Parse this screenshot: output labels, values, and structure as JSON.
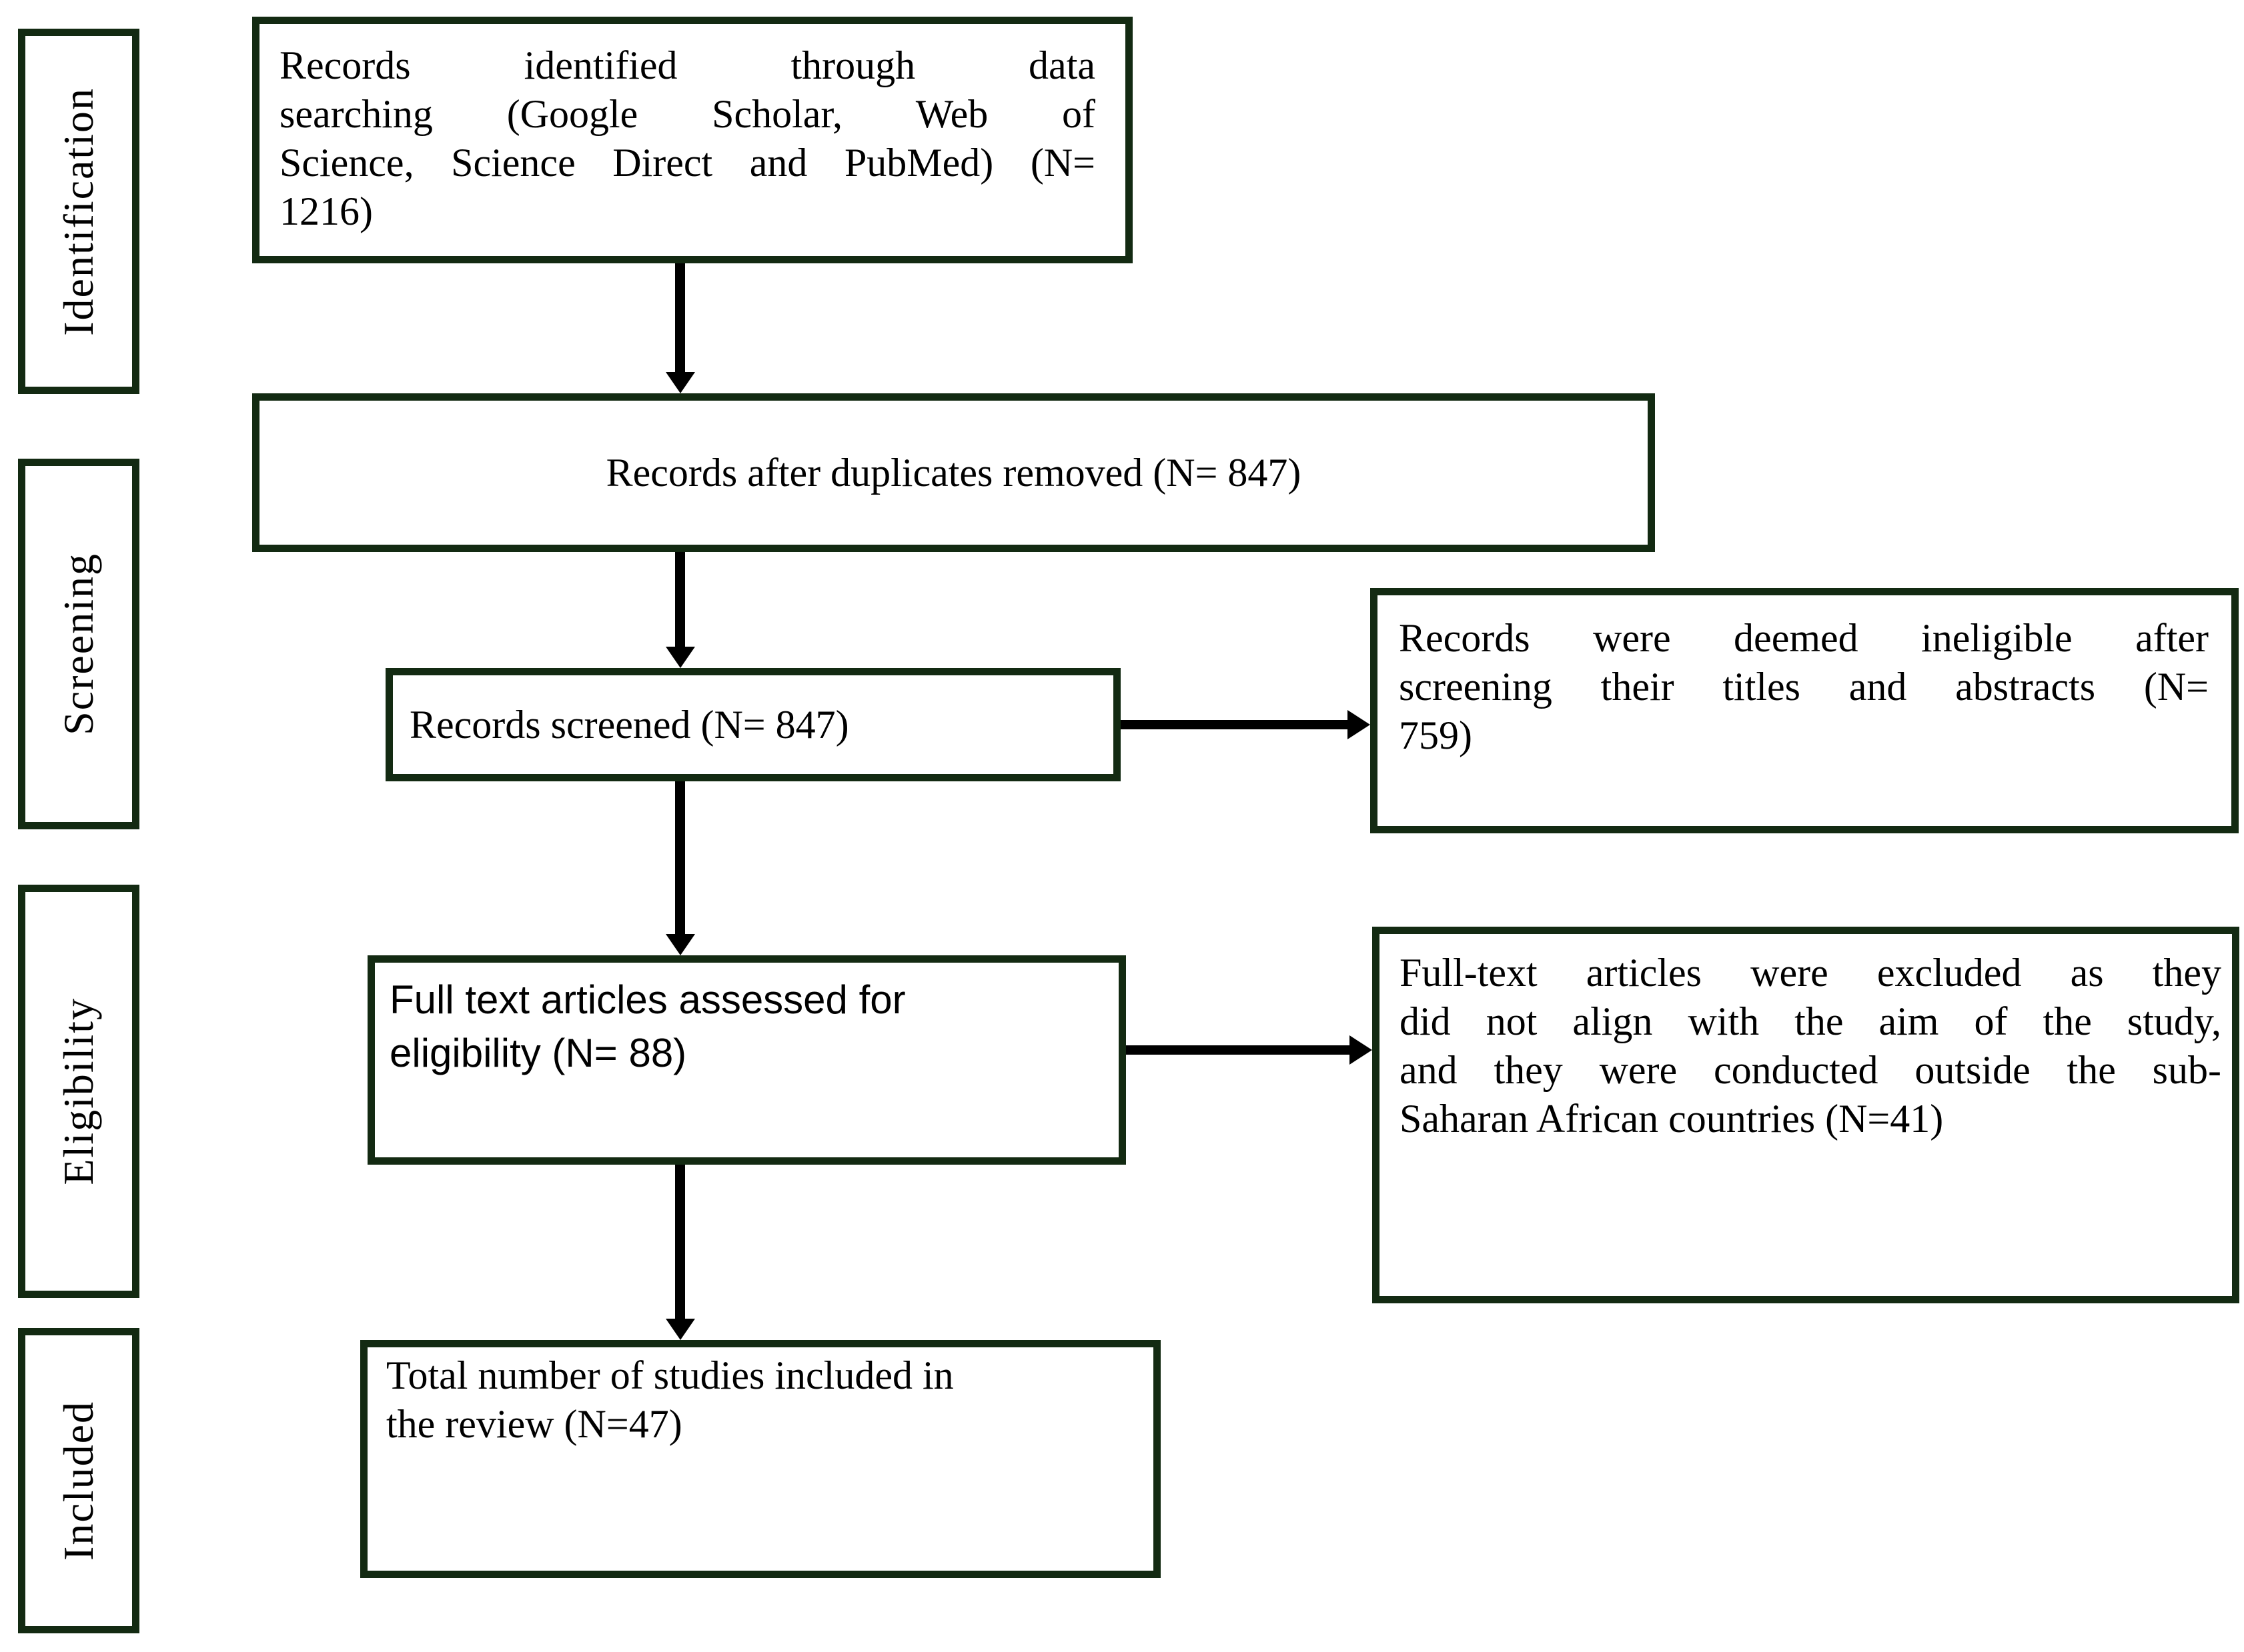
{
  "colors": {
    "box_border": "#132a12",
    "arrow": "#000000",
    "background": "#ffffff",
    "text": "#000000"
  },
  "sidebar": {
    "stages": [
      {
        "label": "Identification"
      },
      {
        "label": "Screening"
      },
      {
        "label": "Eligibility"
      },
      {
        "label": "Included"
      }
    ]
  },
  "flow": {
    "identified": {
      "n": 1216,
      "lines": [
        "Records identified through data",
        "searching (Google Scholar, Web of",
        "Science, Science Direct and PubMed) (N=",
        "1216)"
      ]
    },
    "duplicates_removed": {
      "n": 847,
      "text": "Records after duplicates removed (N= 847)"
    },
    "screened": {
      "n": 847,
      "text": "Records screened (N= 847)"
    },
    "fulltext_assessed": {
      "n": 88,
      "lines": [
        "Full text articles assessed for",
        "eligibility (N= 88)"
      ]
    },
    "studies_included": {
      "n": 47,
      "lines": [
        "Total number of studies included in",
        "the review (N=47)"
      ]
    }
  },
  "exclusions": {
    "after_screening": {
      "n": 759,
      "lines": [
        "Records were deemed ineligible after",
        "screening their titles and abstracts (N=",
        "759)"
      ]
    },
    "fulltext": {
      "n": 41,
      "lines": [
        "Full-text articles were excluded as they",
        "did not  align with the aim of the study,",
        "and they were conducted outside the sub-",
        "Saharan African countries (N=41)"
      ]
    }
  }
}
